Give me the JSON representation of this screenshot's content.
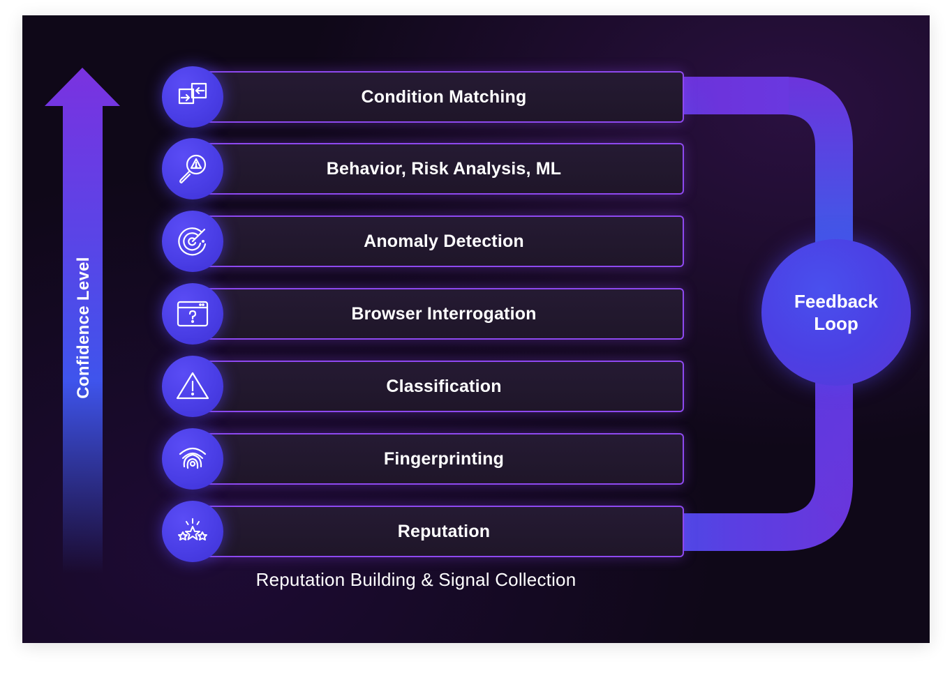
{
  "axis": {
    "label": "Confidence Level"
  },
  "layers": [
    {
      "label": "Condition Matching",
      "icon": "condition-matching-icon"
    },
    {
      "label": "Behavior, Risk Analysis, ML",
      "icon": "risk-search-icon"
    },
    {
      "label": "Anomaly Detection",
      "icon": "radar-icon"
    },
    {
      "label": "Browser Interrogation",
      "icon": "browser-question-icon"
    },
    {
      "label": "Classification",
      "icon": "warning-triangle-icon"
    },
    {
      "label": "Fingerprinting",
      "icon": "fingerprint-icon"
    },
    {
      "label": "Reputation",
      "icon": "stars-icon"
    }
  ],
  "feedback": {
    "line1": "Feedback",
    "line2": "Loop"
  },
  "footer": "Reputation Building & Signal Collection",
  "colors": {
    "background": "#0f0818",
    "accent_purple": "#8e49f0",
    "accent_blue": "#4a50ee",
    "box_fill": "#221830",
    "text": "#ffffff"
  }
}
